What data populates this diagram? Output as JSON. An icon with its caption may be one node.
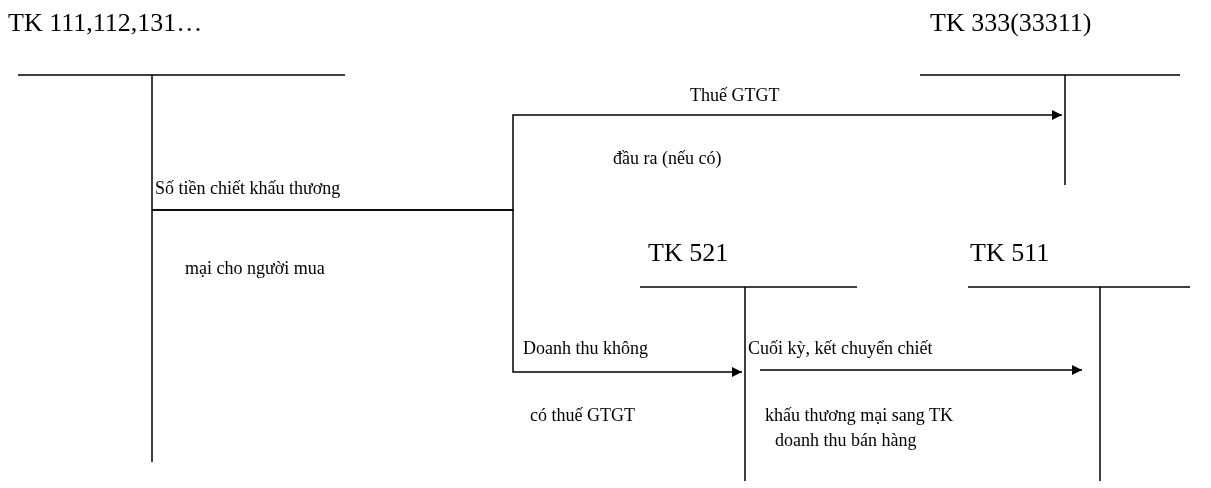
{
  "diagram": {
    "nodes": [
      {
        "text": [
          "TK 111,112,131…"
        ]
      },
      {
        "text": [
          "TK 333(33311)"
        ]
      },
      {
        "text": [
          "TK 521"
        ]
      },
      {
        "text": [
          "TK 511"
        ]
      }
    ],
    "edges": [
      {
        "from": 0,
        "to": 1,
        "arrow": "to",
        "label": "Thuế GTGT đầu ra (nếu có)"
      },
      {
        "from": 0,
        "to": 2,
        "arrow": "to",
        "label": "Doanh thu không có thuế GTGT"
      },
      {
        "from": 2,
        "to": 3,
        "arrow": "to",
        "label": "Cuối kỳ, kết chuyển chiết khấu thương mại sang TK doanh thu bán hàng"
      }
    ],
    "labels": [
      "Số tiền chiết khấu thương mại cho người mua"
    ]
  }
}
